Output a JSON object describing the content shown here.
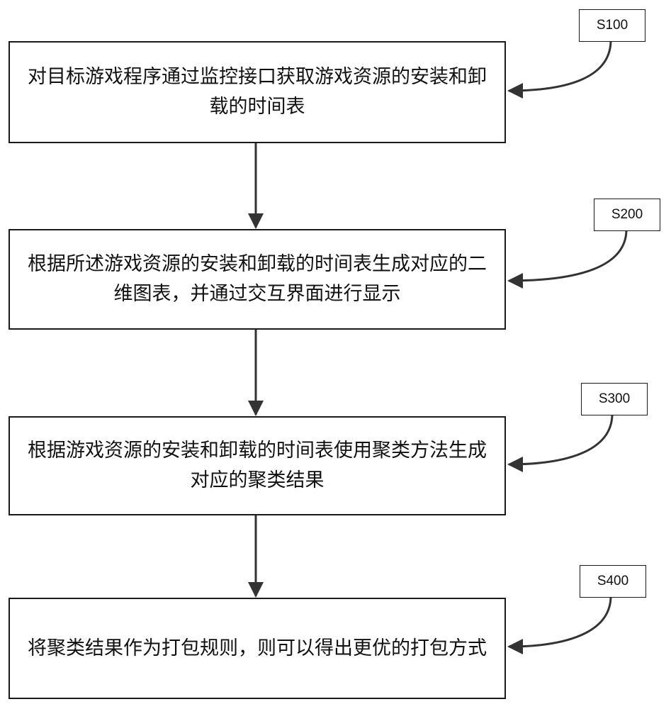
{
  "steps": [
    {
      "id": "S100",
      "text": "对目标游戏程序通过监控接口获取游戏资源的安装和卸载的时间表"
    },
    {
      "id": "S200",
      "text": "根据所述游戏资源的安装和卸载的时间表生成对应的二维图表，并通过交互界面进行显示"
    },
    {
      "id": "S300",
      "text": "根据游戏资源的安装和卸载的时间表使用聚类方法生成对应的聚类结果"
    },
    {
      "id": "S400",
      "text": "将聚类结果作为打包规则，则可以得出更优的打包方式"
    }
  ]
}
